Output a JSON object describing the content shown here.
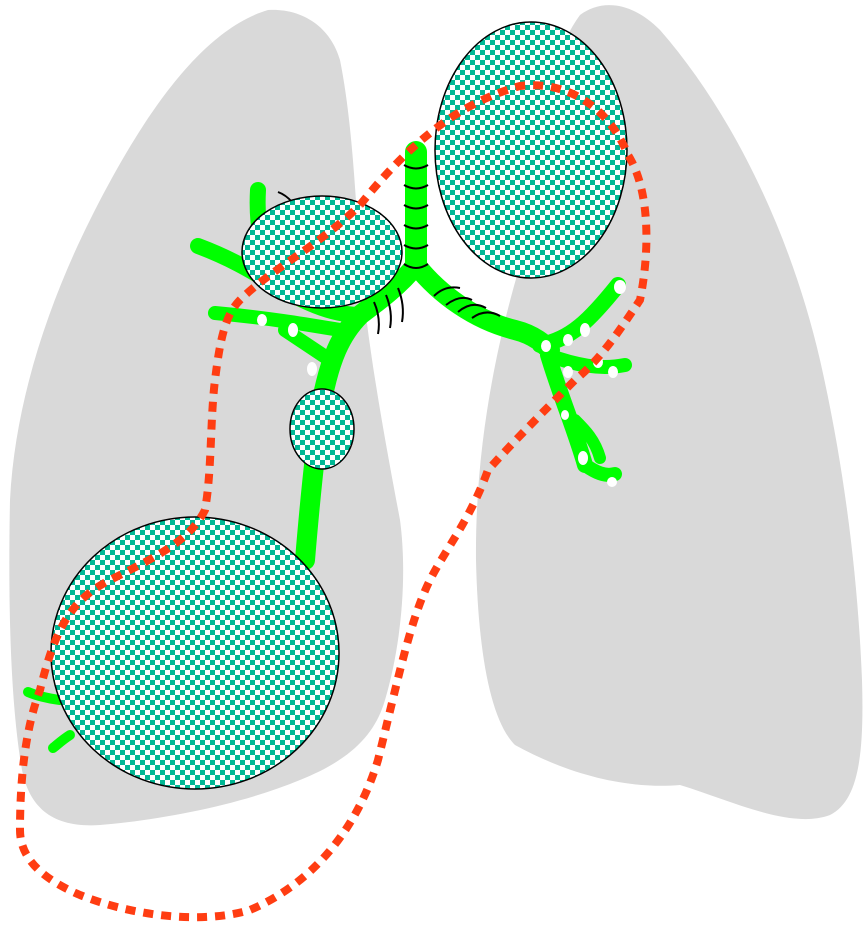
{
  "colors": {
    "background": "#ffffff",
    "lung": "#d9d9d9",
    "airway": "#00ff00",
    "cartilage_ring": "#000000",
    "airway_node": "#ffffff",
    "lesion_check_a": "#00b894",
    "lesion_check_b": "#ffffff",
    "lesion_outline": "#000000",
    "path": "#ff3d12"
  },
  "elements": {
    "lungs": [
      "right-lung",
      "left-lung"
    ],
    "airway": [
      "trachea",
      "main-bronchi",
      "segmental-branches"
    ],
    "lesions": [
      "lesion-upper-left",
      "lesion-upper-right",
      "lesion-mid",
      "lesion-lower-large"
    ],
    "path": "dotted-path"
  }
}
